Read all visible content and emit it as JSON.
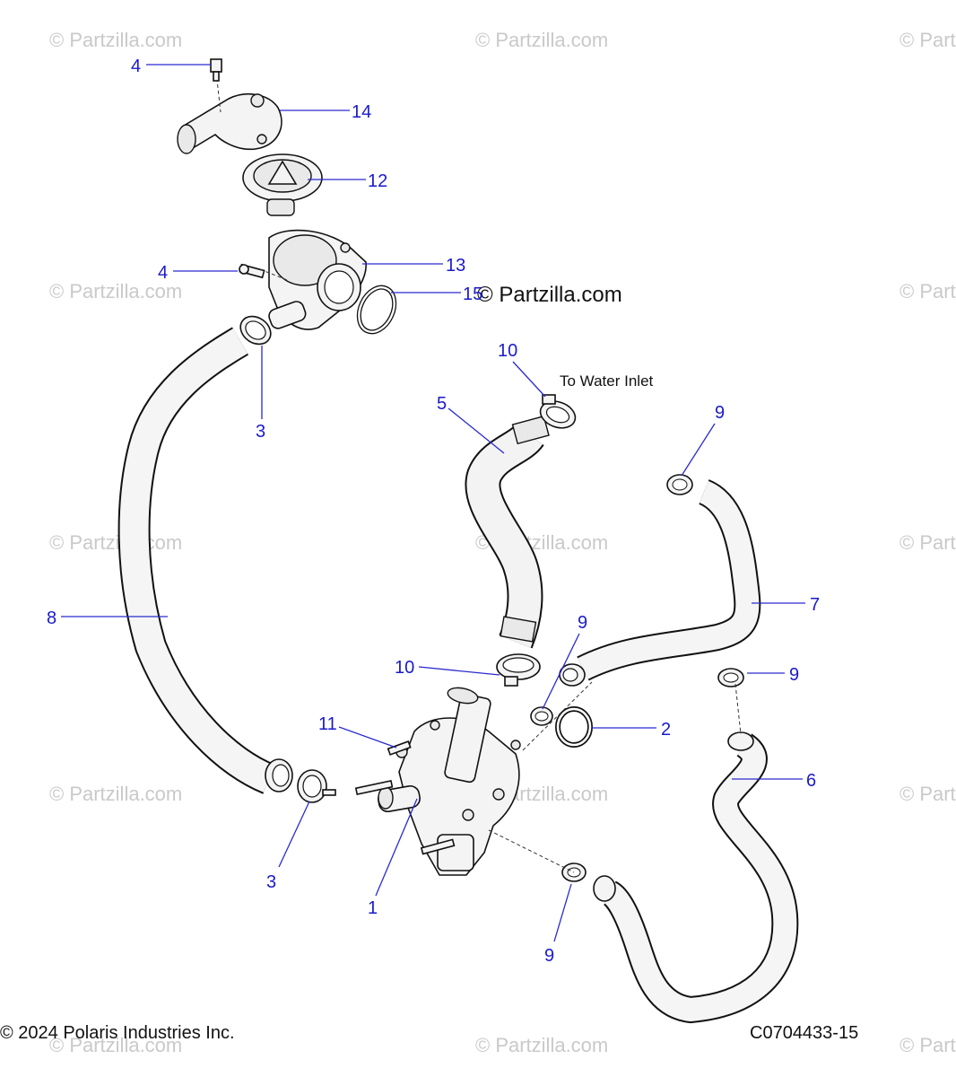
{
  "watermark": {
    "text": "© Partzilla.com",
    "main_text": "© Partzilla.com"
  },
  "note": "To Water Inlet",
  "callouts": [
    {
      "id": "c4a",
      "label": "4"
    },
    {
      "id": "c14",
      "label": "14"
    },
    {
      "id": "c12",
      "label": "12"
    },
    {
      "id": "c4b",
      "label": "4"
    },
    {
      "id": "c13",
      "label": "13"
    },
    {
      "id": "c15",
      "label": "15"
    },
    {
      "id": "c3a",
      "label": "3"
    },
    {
      "id": "c10a",
      "label": "10"
    },
    {
      "id": "c5",
      "label": "5"
    },
    {
      "id": "c9a",
      "label": "9"
    },
    {
      "id": "c8",
      "label": "8"
    },
    {
      "id": "c7",
      "label": "7"
    },
    {
      "id": "c9b",
      "label": "9"
    },
    {
      "id": "c10b",
      "label": "10"
    },
    {
      "id": "c9c",
      "label": "9"
    },
    {
      "id": "c11",
      "label": "11"
    },
    {
      "id": "c2",
      "label": "2"
    },
    {
      "id": "c6",
      "label": "6"
    },
    {
      "id": "c3b",
      "label": "3"
    },
    {
      "id": "c1",
      "label": "1"
    },
    {
      "id": "c9d",
      "label": "9"
    }
  ],
  "footer": {
    "copyright": "© 2024 Polaris Industries Inc.",
    "code": "C0704433-15"
  },
  "colors": {
    "callout": "#1a1acc",
    "watermark": "#c9c9c9"
  }
}
